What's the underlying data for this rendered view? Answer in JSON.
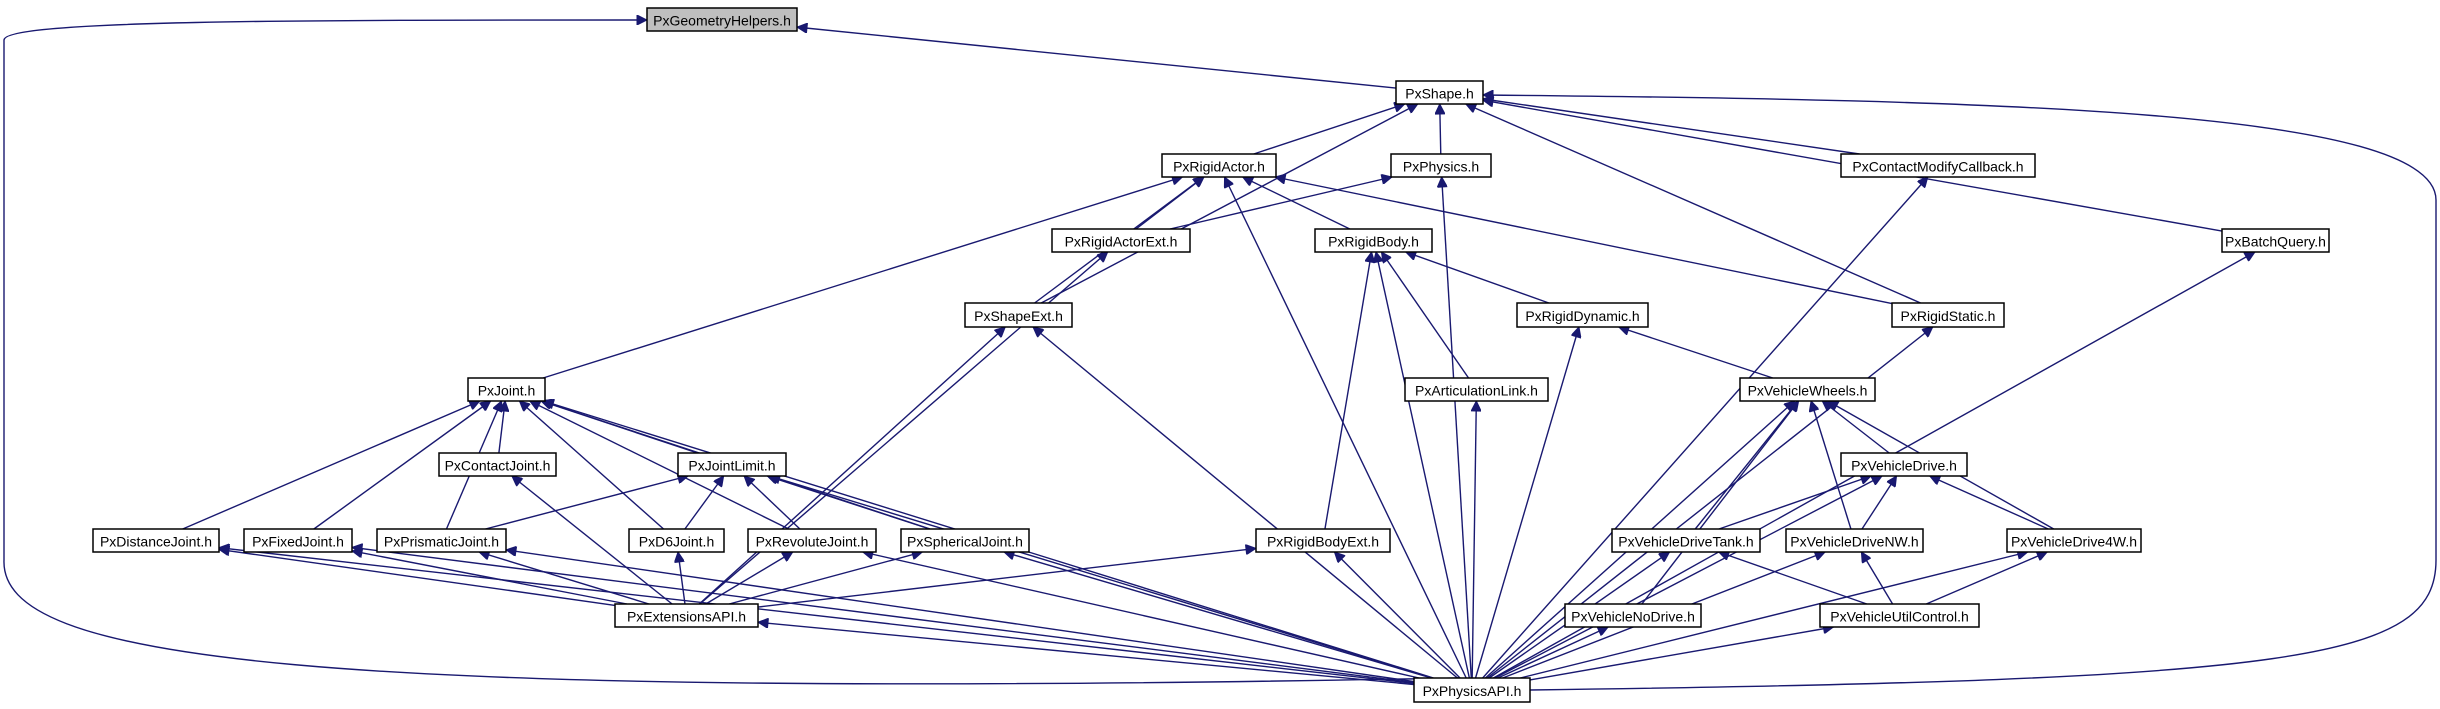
{
  "diagram": {
    "type": "include-dependency-graph",
    "root": "PxGeometryHelpers.h",
    "nodes": [
      {
        "id": "geom",
        "label": "PxGeometryHelpers.h",
        "root": true
      },
      {
        "id": "shape",
        "label": "PxShape.h"
      },
      {
        "id": "rigidactor",
        "label": "PxRigidActor.h"
      },
      {
        "id": "physics",
        "label": "PxPhysics.h"
      },
      {
        "id": "contactmod",
        "label": "PxContactModifyCallback.h"
      },
      {
        "id": "rigidactorext",
        "label": "PxRigidActorExt.h"
      },
      {
        "id": "rigidbody",
        "label": "PxRigidBody.h"
      },
      {
        "id": "batchquery",
        "label": "PxBatchQuery.h"
      },
      {
        "id": "shapeext",
        "label": "PxShapeExt.h"
      },
      {
        "id": "rigiddynamic",
        "label": "PxRigidDynamic.h"
      },
      {
        "id": "rigidstatic",
        "label": "PxRigidStatic.h"
      },
      {
        "id": "joint",
        "label": "PxJoint.h"
      },
      {
        "id": "artlink",
        "label": "PxArticulationLink.h"
      },
      {
        "id": "vwheels",
        "label": "PxVehicleWheels.h"
      },
      {
        "id": "contactjoint",
        "label": "PxContactJoint.h"
      },
      {
        "id": "jointlimit",
        "label": "PxJointLimit.h"
      },
      {
        "id": "vdrive",
        "label": "PxVehicleDrive.h"
      },
      {
        "id": "distjoint",
        "label": "PxDistanceJoint.h"
      },
      {
        "id": "fixedjoint",
        "label": "PxFixedJoint.h"
      },
      {
        "id": "prisjoint",
        "label": "PxPrismaticJoint.h"
      },
      {
        "id": "d6joint",
        "label": "PxD6Joint.h"
      },
      {
        "id": "revjoint",
        "label": "PxRevoluteJoint.h"
      },
      {
        "id": "sphjoint",
        "label": "PxSphericalJoint.h"
      },
      {
        "id": "rigidbodyext",
        "label": "PxRigidBodyExt.h"
      },
      {
        "id": "vdrivetank",
        "label": "PxVehicleDriveTank.h"
      },
      {
        "id": "vdrivenw",
        "label": "PxVehicleDriveNW.h"
      },
      {
        "id": "vdrive4w",
        "label": "PxVehicleDrive4W.h"
      },
      {
        "id": "extapi",
        "label": "PxExtensionsAPI.h"
      },
      {
        "id": "vnodrive",
        "label": "PxVehicleNoDrive.h"
      },
      {
        "id": "vutilctrl",
        "label": "PxVehicleUtilControl.h"
      },
      {
        "id": "physapi",
        "label": "PxPhysicsAPI.h"
      }
    ],
    "edges": [
      [
        "shape",
        "geom"
      ],
      [
        "physapi",
        "geom"
      ],
      [
        "rigidactor",
        "shape"
      ],
      [
        "physics",
        "shape"
      ],
      [
        "contactmod",
        "shape"
      ],
      [
        "shapeext",
        "shape"
      ],
      [
        "batchquery",
        "shape"
      ],
      [
        "physapi",
        "shape"
      ],
      [
        "rigidstatic",
        "shape"
      ],
      [
        "rigidactorext",
        "rigidactor"
      ],
      [
        "rigidbody",
        "rigidactor"
      ],
      [
        "shapeext",
        "rigidactor"
      ],
      [
        "joint",
        "rigidactor"
      ],
      [
        "rigidstatic",
        "rigidactor"
      ],
      [
        "physapi",
        "rigidactor"
      ],
      [
        "rigidactorext",
        "physics"
      ],
      [
        "physapi",
        "physics"
      ],
      [
        "physapi",
        "contactmod"
      ],
      [
        "extapi",
        "rigidactorext"
      ],
      [
        "rigiddynamic",
        "rigidbody"
      ],
      [
        "artlink",
        "rigidbody"
      ],
      [
        "rigidbodyext",
        "rigidbody"
      ],
      [
        "physapi",
        "rigidbody"
      ],
      [
        "physapi",
        "batchquery"
      ],
      [
        "extapi",
        "shapeext"
      ],
      [
        "physapi",
        "shapeext"
      ],
      [
        "vwheels",
        "rigiddynamic"
      ],
      [
        "physapi",
        "rigiddynamic"
      ],
      [
        "physapi",
        "rigidstatic"
      ],
      [
        "contactjoint",
        "joint"
      ],
      [
        "jointlimit",
        "joint"
      ],
      [
        "distjoint",
        "joint"
      ],
      [
        "fixedjoint",
        "joint"
      ],
      [
        "prisjoint",
        "joint"
      ],
      [
        "d6joint",
        "joint"
      ],
      [
        "revjoint",
        "joint"
      ],
      [
        "sphjoint",
        "joint"
      ],
      [
        "physapi",
        "joint"
      ],
      [
        "physapi",
        "artlink"
      ],
      [
        "vdrive",
        "vwheels"
      ],
      [
        "vdrivetank",
        "vwheels"
      ],
      [
        "vdrivenw",
        "vwheels"
      ],
      [
        "vdrive4w",
        "vwheels"
      ],
      [
        "vnodrive",
        "vwheels"
      ],
      [
        "physapi",
        "vwheels"
      ],
      [
        "extapi",
        "contactjoint"
      ],
      [
        "prisjoint",
        "jointlimit"
      ],
      [
        "d6joint",
        "jointlimit"
      ],
      [
        "revjoint",
        "jointlimit"
      ],
      [
        "sphjoint",
        "jointlimit"
      ],
      [
        "physapi",
        "jointlimit"
      ],
      [
        "vdrivetank",
        "vdrive"
      ],
      [
        "vdrivenw",
        "vdrive"
      ],
      [
        "vdrive4w",
        "vdrive"
      ],
      [
        "physapi",
        "vdrive"
      ],
      [
        "extapi",
        "distjoint"
      ],
      [
        "physapi",
        "distjoint"
      ],
      [
        "extapi",
        "fixedjoint"
      ],
      [
        "physapi",
        "fixedjoint"
      ],
      [
        "extapi",
        "prisjoint"
      ],
      [
        "physapi",
        "prisjoint"
      ],
      [
        "extapi",
        "d6joint"
      ],
      [
        "extapi",
        "revjoint"
      ],
      [
        "physapi",
        "revjoint"
      ],
      [
        "extapi",
        "sphjoint"
      ],
      [
        "physapi",
        "sphjoint"
      ],
      [
        "extapi",
        "rigidbodyext"
      ],
      [
        "physapi",
        "rigidbodyext"
      ],
      [
        "vutilctrl",
        "vdrivetank"
      ],
      [
        "physapi",
        "vdrivetank"
      ],
      [
        "vutilctrl",
        "vdrivenw"
      ],
      [
        "physapi",
        "vdrivenw"
      ],
      [
        "vutilctrl",
        "vdrive4w"
      ],
      [
        "physapi",
        "vdrive4w"
      ],
      [
        "physapi",
        "extapi"
      ],
      [
        "physapi",
        "vnodrive"
      ],
      [
        "physapi",
        "vutilctrl"
      ]
    ],
    "colors": {
      "edge": "#191970",
      "root_fill": "#bfbfbf",
      "node_fill": "#ffffff",
      "node_border": "#000000"
    }
  }
}
